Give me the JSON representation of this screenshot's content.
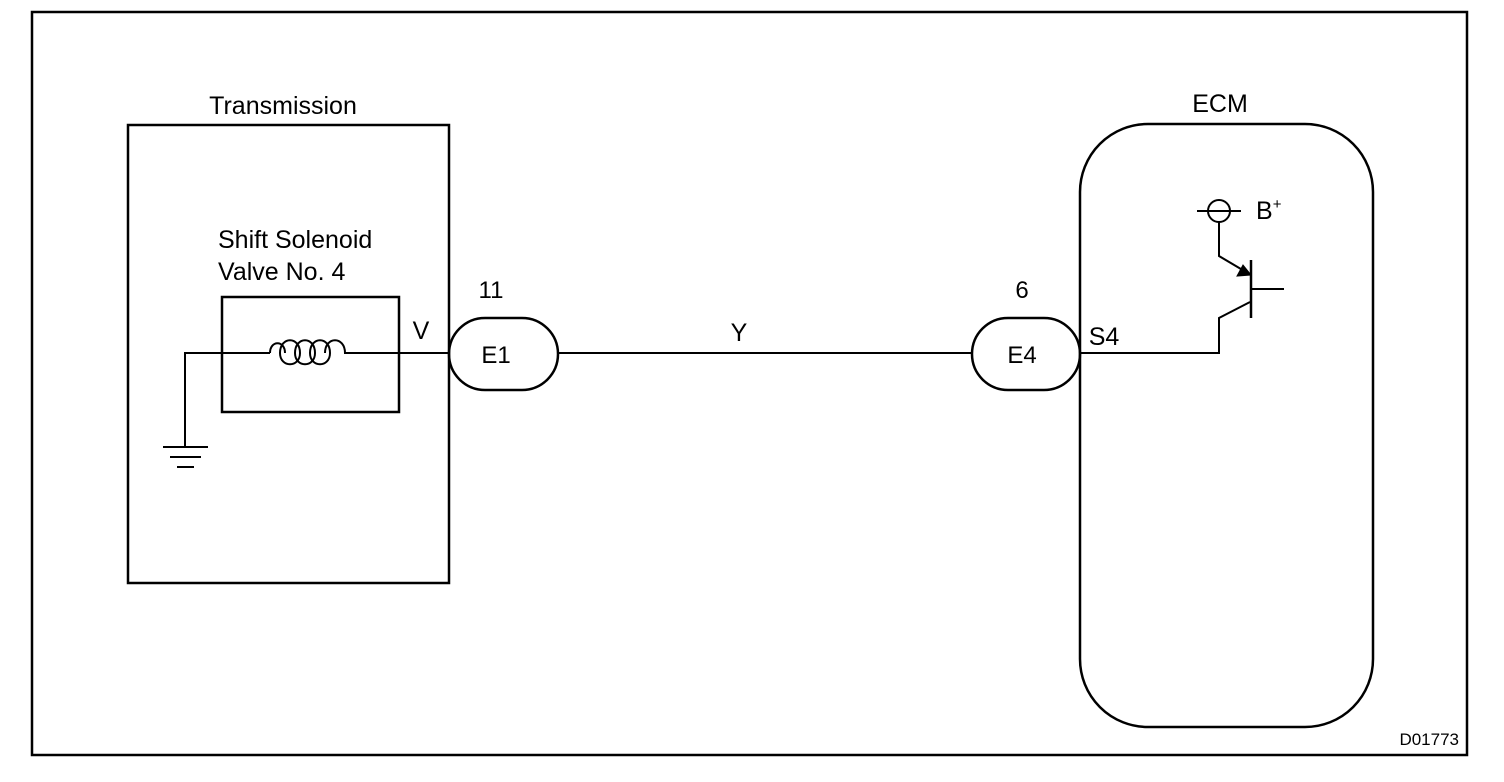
{
  "transmission": {
    "title": "Transmission",
    "solenoid_line1": "Shift Solenoid",
    "solenoid_line2": "Valve No. 4",
    "pin_label": "V"
  },
  "connector_e1": {
    "name": "E1",
    "pin": "11"
  },
  "wire": {
    "color_code": "Y"
  },
  "connector_e4": {
    "name": "E4",
    "pin": "6"
  },
  "ecm": {
    "title": "ECM",
    "terminal_label": "S4",
    "supply_label": "B",
    "supply_superscript": "+"
  },
  "figure_id": "D01773"
}
